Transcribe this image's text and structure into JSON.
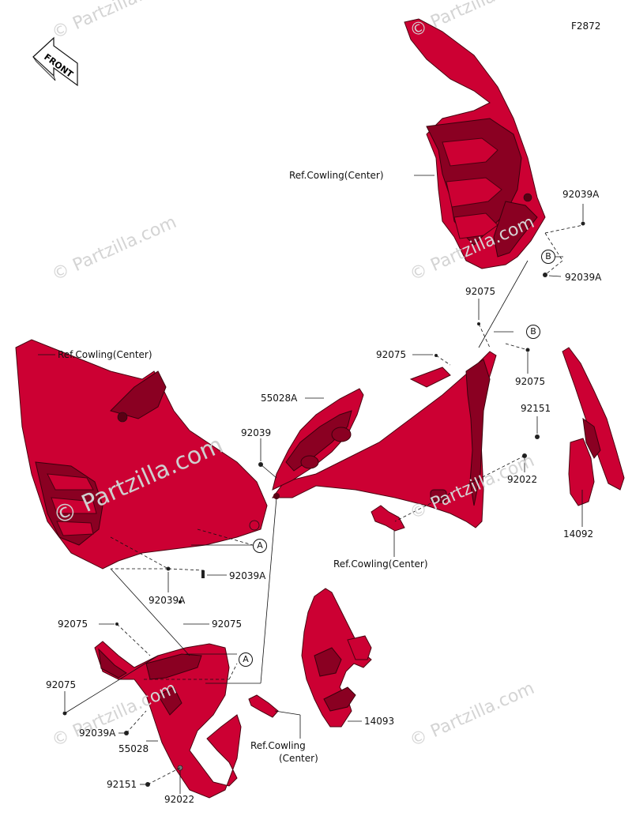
{
  "figure_id": "F2872",
  "front_label": "FRONT",
  "watermark": "© Partzilla.com",
  "callouts": {
    "a": "A",
    "b": "B"
  },
  "parts": {
    "ref_cowling_center": "Ref.Cowling(Center)",
    "ref_cowling_line1": "Ref.Cowling",
    "ref_cowling_line2": "(Center)",
    "p92039A": "92039A",
    "p92075": "92075",
    "p92039": "92039",
    "p55028A": "55028A",
    "p55028": "55028",
    "p92151": "92151",
    "p92022": "92022",
    "p14092": "14092",
    "p14093": "14093"
  },
  "colors": {
    "part_fill": "#cc0033",
    "part_dark": "#8a0022",
    "line": "#111111",
    "watermark": "#d4d4d4"
  }
}
